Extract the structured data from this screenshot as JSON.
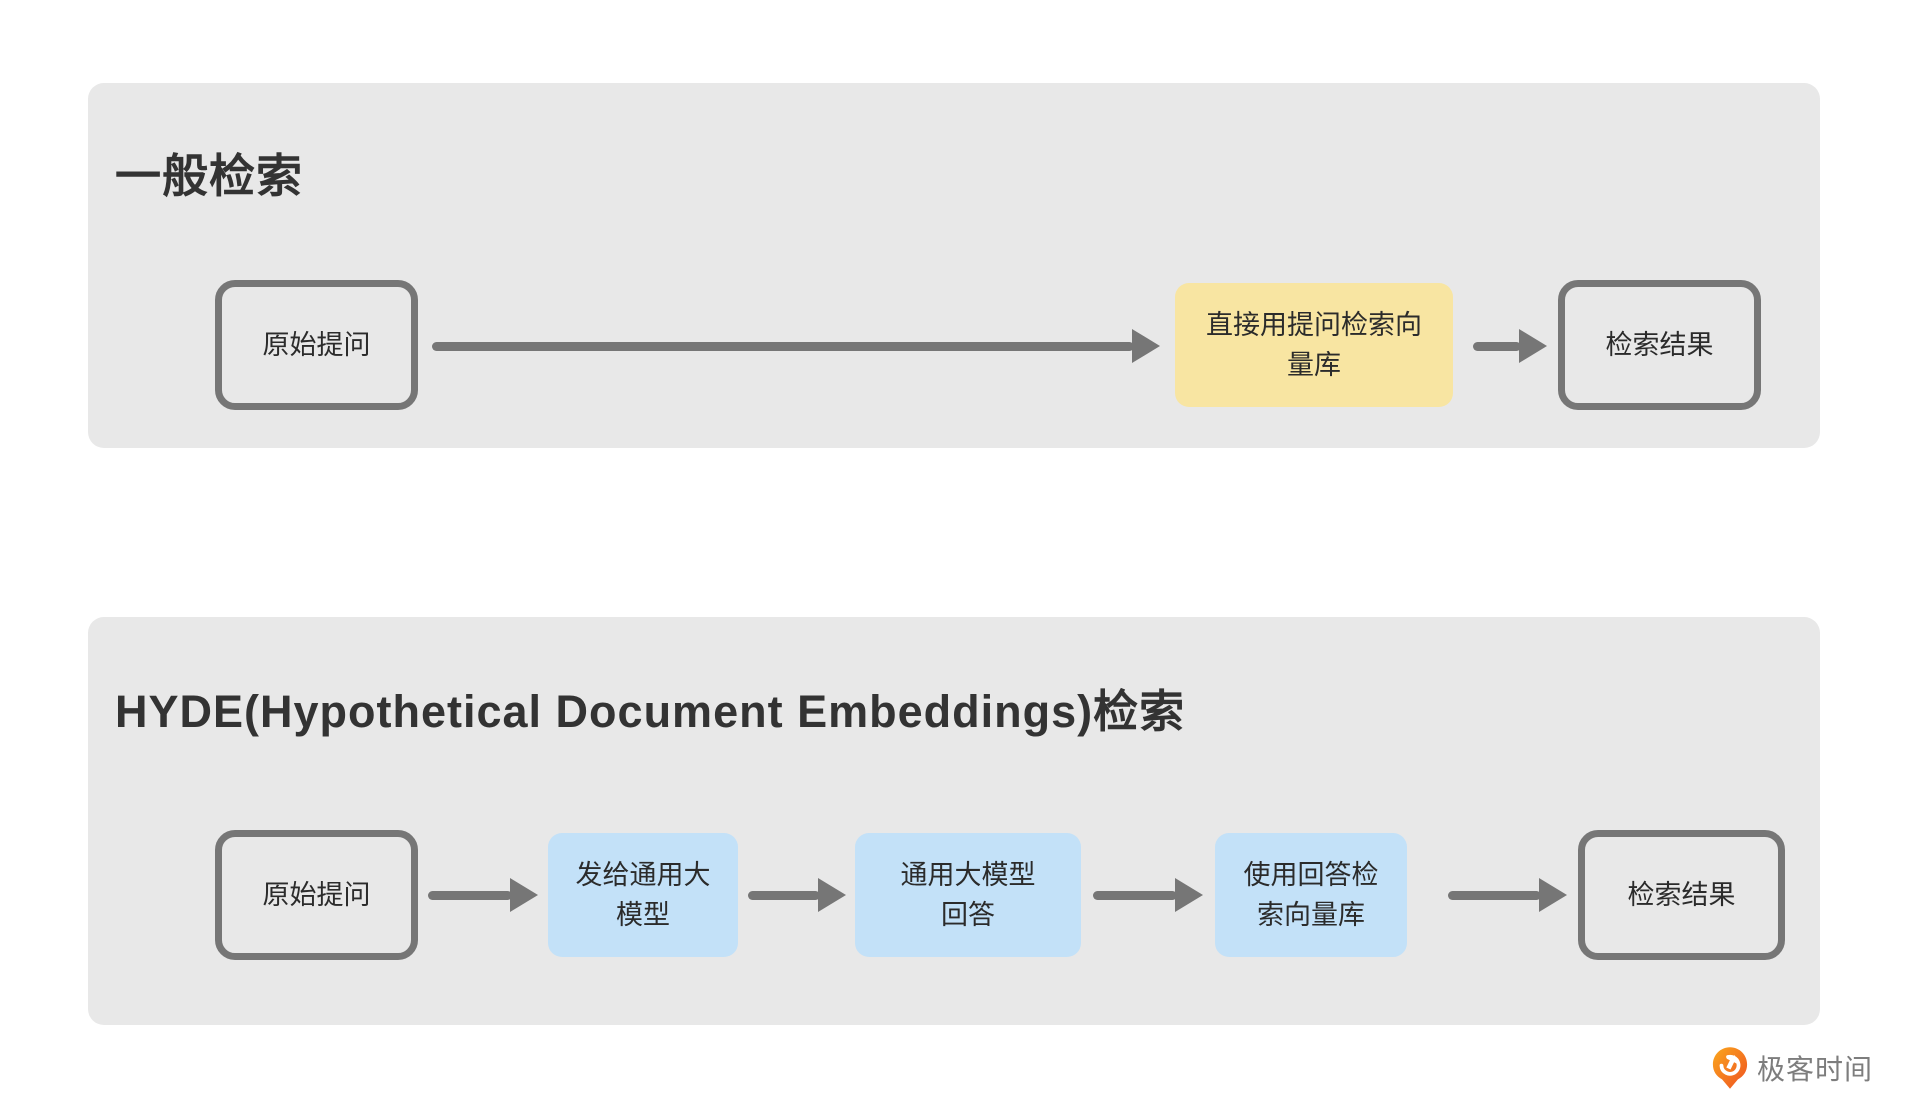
{
  "colors": {
    "panel_bg": "#e8e8e8",
    "stroke_gray": "#767676",
    "yellow": "#f8e5a2",
    "blue": "#c3e1f8",
    "title_color": "#333333",
    "node_text": "#2b2b2b",
    "logo_text": "#7d7d7d",
    "logo_orange_light": "#faa71d",
    "logo_orange_dark": "#ef5122"
  },
  "sections": [
    {
      "title": "一般检索",
      "nodes": [
        {
          "id": "original-question",
          "label": "原始提问",
          "style": "outlined"
        },
        {
          "id": "query-vector-db-directly",
          "label": "直接用提问检索向\n量库",
          "style": "yellow"
        },
        {
          "id": "retrieval-result",
          "label": "检索结果",
          "style": "outlined"
        }
      ]
    },
    {
      "title": "HYDE(Hypothetical Document Embeddings)检索",
      "nodes": [
        {
          "id": "original-question",
          "label": "原始提问",
          "style": "outlined"
        },
        {
          "id": "send-to-general-llm",
          "label": "发给通用大\n模型",
          "style": "blue"
        },
        {
          "id": "general-llm-answer",
          "label": "通用大模型\n回答",
          "style": "blue"
        },
        {
          "id": "search-vector-db-with-answer",
          "label": "使用回答检\n索向量库",
          "style": "blue"
        },
        {
          "id": "retrieval-result",
          "label": "检索结果",
          "style": "outlined"
        }
      ]
    }
  ],
  "footer": {
    "brand_name": "极客时间",
    "brand_icon": "geektime-pin-icon"
  }
}
